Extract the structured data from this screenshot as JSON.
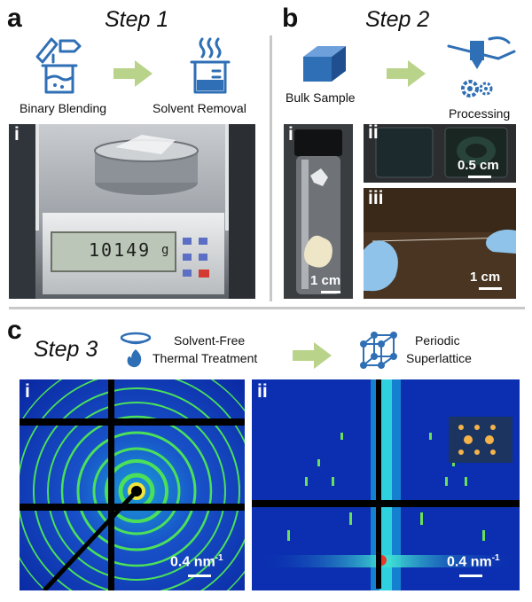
{
  "panels": {
    "a": {
      "letter": "a",
      "step": "Step 1",
      "blend_label": "Binary Blending",
      "removal_label": "Solvent Removal",
      "sub_i": "i",
      "scale_readout": "10149",
      "scale_unit": "g"
    },
    "b": {
      "letter": "b",
      "step": "Step 2",
      "bulk_label": "Bulk Sample",
      "processing_label": "Processing",
      "sub_i": "i",
      "sub_ii": "ii",
      "sub_iii": "iii",
      "scale_i": "1 cm",
      "scale_ii": "0.5 cm",
      "scale_iii": "1 cm"
    },
    "c": {
      "letter": "c",
      "step": "Step 3",
      "treatment_line1": "Solvent-Free",
      "treatment_line2": "Thermal Treatment",
      "result_line1": "Periodic",
      "result_line2": "Superlattice",
      "sub_i": "i",
      "sub_ii": "ii",
      "scale_i": "0.4 nm",
      "scale_ii": "0.4 nm",
      "unit_sup": "-1"
    }
  },
  "colors": {
    "icon_blue": "#2f6fb5",
    "arrow_green": "#b9d38a",
    "divider": "#c8c8c8",
    "saxs_bg": "#0b2fb0",
    "ring_green": "#4be05a"
  }
}
